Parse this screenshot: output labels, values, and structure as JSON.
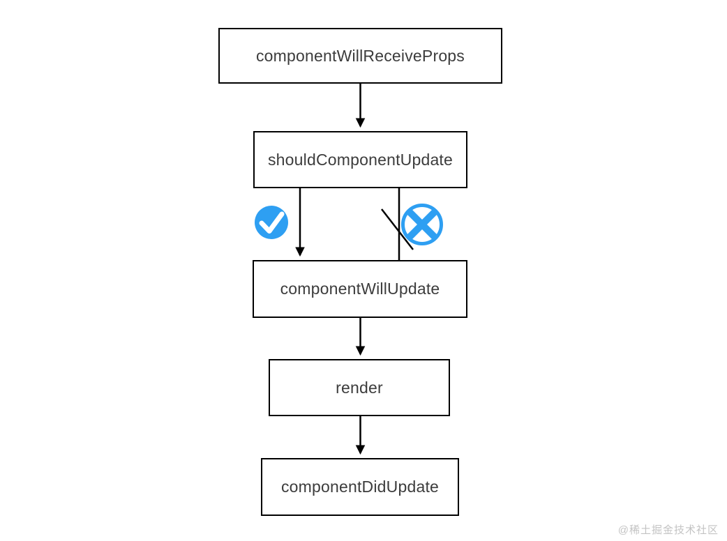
{
  "diagram": {
    "type": "flowchart",
    "nodes": [
      {
        "id": "componentWillReceiveProps",
        "label": "componentWillReceiveProps"
      },
      {
        "id": "shouldComponentUpdate",
        "label": "shouldComponentUpdate"
      },
      {
        "id": "componentWillUpdate",
        "label": "componentWillUpdate"
      },
      {
        "id": "render",
        "label": "render"
      },
      {
        "id": "componentDidUpdate",
        "label": "componentDidUpdate"
      }
    ],
    "edges": [
      {
        "from": "componentWillReceiveProps",
        "to": "shouldComponentUpdate",
        "style": "arrow"
      },
      {
        "from": "shouldComponentUpdate",
        "to": "componentWillUpdate",
        "style": "arrow",
        "branch": "true",
        "icon": "check-circle-icon"
      },
      {
        "from": "shouldComponentUpdate",
        "to": "componentWillUpdate",
        "style": "blocked-line-with-slash",
        "branch": "false",
        "icon": "x-circle-icon"
      },
      {
        "from": "componentWillUpdate",
        "to": "render",
        "style": "arrow"
      },
      {
        "from": "render",
        "to": "componentDidUpdate",
        "style": "arrow"
      }
    ],
    "branch_icons": [
      {
        "name": "check-circle-icon",
        "meaning": "update allowed"
      },
      {
        "name": "x-circle-icon",
        "meaning": "update blocked"
      }
    ]
  },
  "watermark": {
    "text": "@稀土掘金技术社区"
  },
  "colors": {
    "accent_blue": "#2E9FF2",
    "line_black": "#000000",
    "node_text": "#3c3c3c",
    "watermark_gray": "#c3c3c3",
    "background": "#ffffff"
  }
}
